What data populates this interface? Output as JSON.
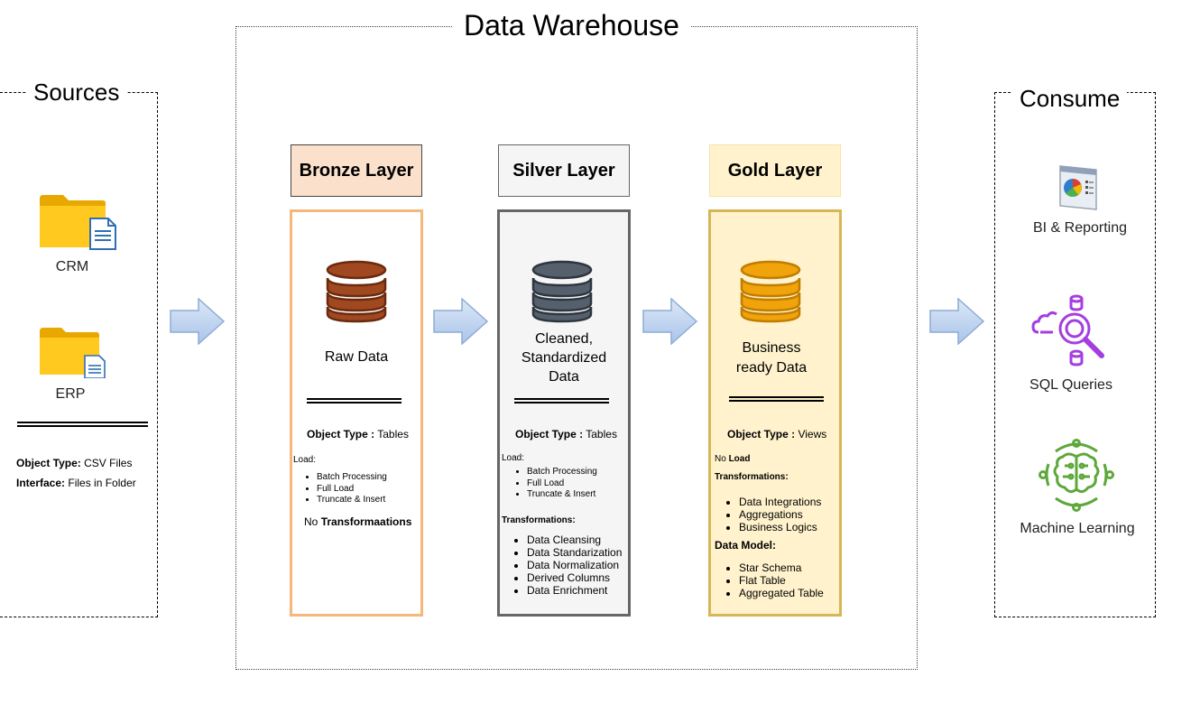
{
  "warehouse": {
    "title": "Data Warehouse"
  },
  "sources": {
    "title": "Sources",
    "items": [
      {
        "label": "CRM",
        "icon": "folder-document-icon"
      },
      {
        "label": "ERP",
        "icon": "folder-document-icon"
      }
    ],
    "object_type_key": "Object Type:",
    "object_type_value": "CSV Files",
    "interface_key": "Interface:",
    "interface_value": "Files in Folder"
  },
  "bronze": {
    "title": "Bronze Layer",
    "desc": "Raw Data",
    "object_type_key": "Object Type :",
    "object_type_value": "Tables",
    "load_label": "Load:",
    "load_items": [
      "Batch Processing",
      "Full Load",
      "Truncate & Insert"
    ],
    "no_transform_prefix": "No",
    "no_transform_bold": "Transformaations",
    "color_head": "#fbe1cb",
    "color_border": "#f5b77a",
    "db_color": "#a0481f"
  },
  "silver": {
    "title": "Silver Layer",
    "desc_lines": [
      "Cleaned,",
      "Standardized",
      "Data"
    ],
    "object_type_key": "Object Type :",
    "object_type_value": "Tables",
    "load_label": "Load:",
    "load_items": [
      "Batch Processing",
      "Full Load",
      "Truncate & Insert"
    ],
    "transform_label": "Transformations:",
    "transform_items": [
      "Data Cleansing",
      "Data Standarization",
      "Data Normalization",
      "Derived Columns",
      "Data Enrichment"
    ],
    "color_head": "#f5f5f5",
    "color_body": "#f5f5f5",
    "color_border": "#666666",
    "db_color": "#56606d"
  },
  "gold": {
    "title": "Gold Layer",
    "desc_lines": [
      "Business",
      "ready Data"
    ],
    "object_type_key": "Object Type :",
    "object_type_value": "Views",
    "no_load_prefix": "No",
    "no_load_bold": "Load",
    "transform_label": "Transformations:",
    "transform_items": [
      "Data Integrations",
      "Aggregations",
      "Business Logics"
    ],
    "model_label": "Data Model:",
    "model_items": [
      "Star Schema",
      "Flat Table",
      "Aggregated Table"
    ],
    "color_head": "#fff2cc",
    "color_body": "#fff2cc",
    "color_border": "#d6b656",
    "db_color": "#f0a30a"
  },
  "consume": {
    "title": "Consume",
    "items": [
      {
        "label": "BI & Reporting",
        "icon": "report-chart-icon"
      },
      {
        "label": "SQL Queries",
        "icon": "search-database-icon"
      },
      {
        "label": "Machine Learning",
        "icon": "brain-ai-icon"
      }
    ]
  }
}
